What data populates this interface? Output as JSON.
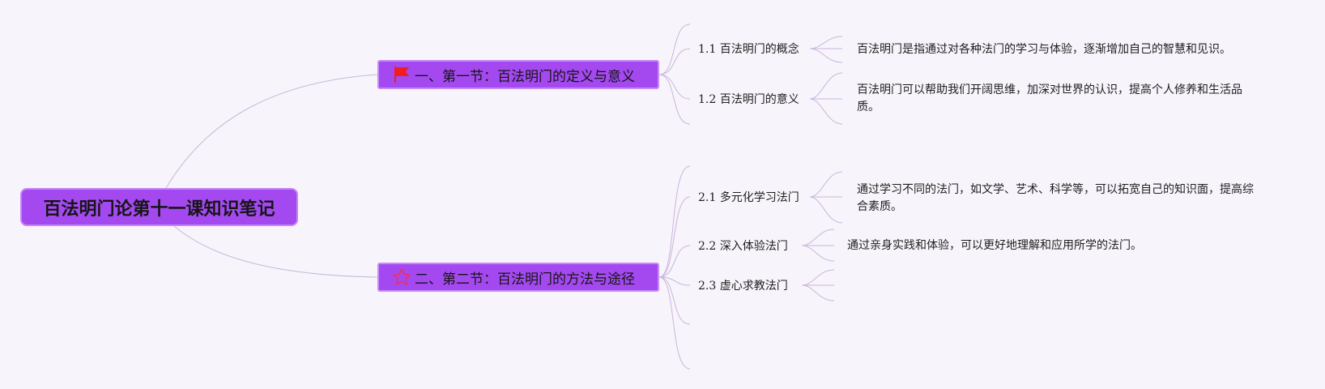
{
  "root": {
    "title": "百法明门论第十一课知识笔记"
  },
  "branches": [
    {
      "title": "一、第一节：百法明门的定义与意义",
      "icon": "red-flag-icon",
      "children": [
        {
          "title": "1.1 百法明门的概念",
          "detail": "百法明门是指通过对各种法门的学习与体验，逐渐增加自己的智慧和见识。"
        },
        {
          "title": "1.2 百法明门的意义",
          "detail": "百法明门可以帮助我们开阔思维，加深对世界的认识，提高个人修养和生活品质。"
        }
      ]
    },
    {
      "title": "二、第二节：百法明门的方法与途径",
      "icon": "star-icon",
      "children": [
        {
          "title": "2.1 多元化学习法门",
          "detail": "通过学习不同的法门，如文学、艺术、科学等，可以拓宽自己的知识面，提高综合素质。"
        },
        {
          "title": "2.2 深入体验法门",
          "detail": "通过亲身实践和体验，可以更好地理解和应用所学的法门。"
        },
        {
          "title": "2.3 虚心求教法门",
          "detail": ""
        }
      ]
    }
  ],
  "colors": {
    "background": "#f8f4fb",
    "node_fill": "#a449f0",
    "node_border": "#c487f5",
    "link": "#c9b6dc",
    "flag": "#f01e1e",
    "star": "#e8306a"
  }
}
